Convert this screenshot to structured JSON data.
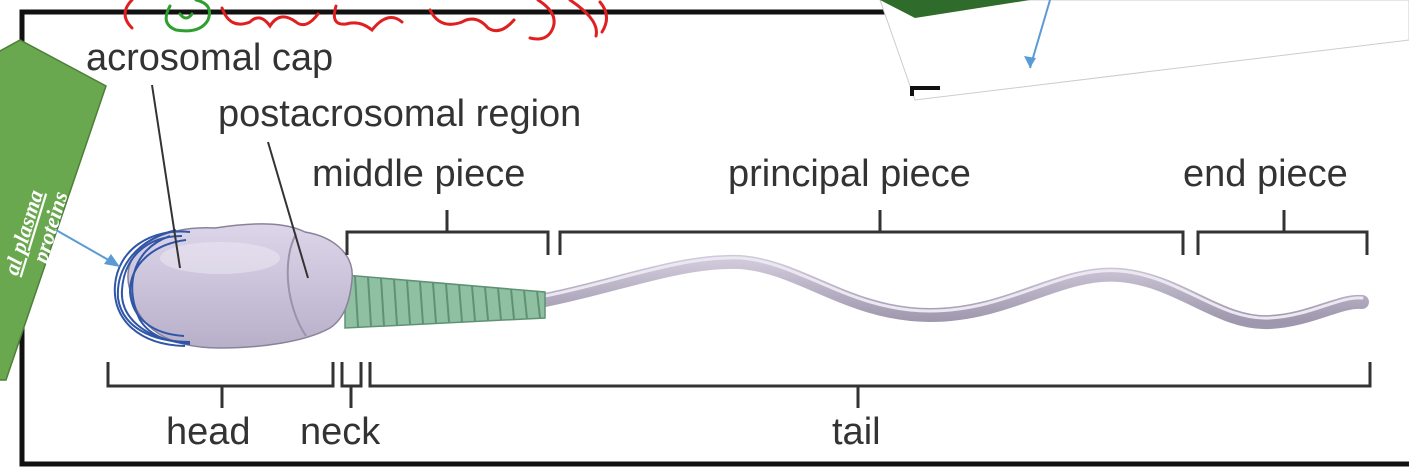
{
  "labels": {
    "acrosomal_cap": "acrosomal cap",
    "postacrosomal_region": "postacrosomal region",
    "middle_piece": "middle piece",
    "principal_piece": "principal piece",
    "end_piece": "end piece",
    "head": "head",
    "neck": "neck",
    "tail": "tail"
  },
  "callout": {
    "line1": "al plasma",
    "line2": "proteins"
  },
  "colors": {
    "callout_green": "#6aa84f",
    "arrow_blue": "#5b9bd5",
    "handwriting_red": "#e02020",
    "handwriting_green": "#2e9e2e",
    "sperm_head": "#c9c1da",
    "middle_piece": "#8fc0a2"
  }
}
